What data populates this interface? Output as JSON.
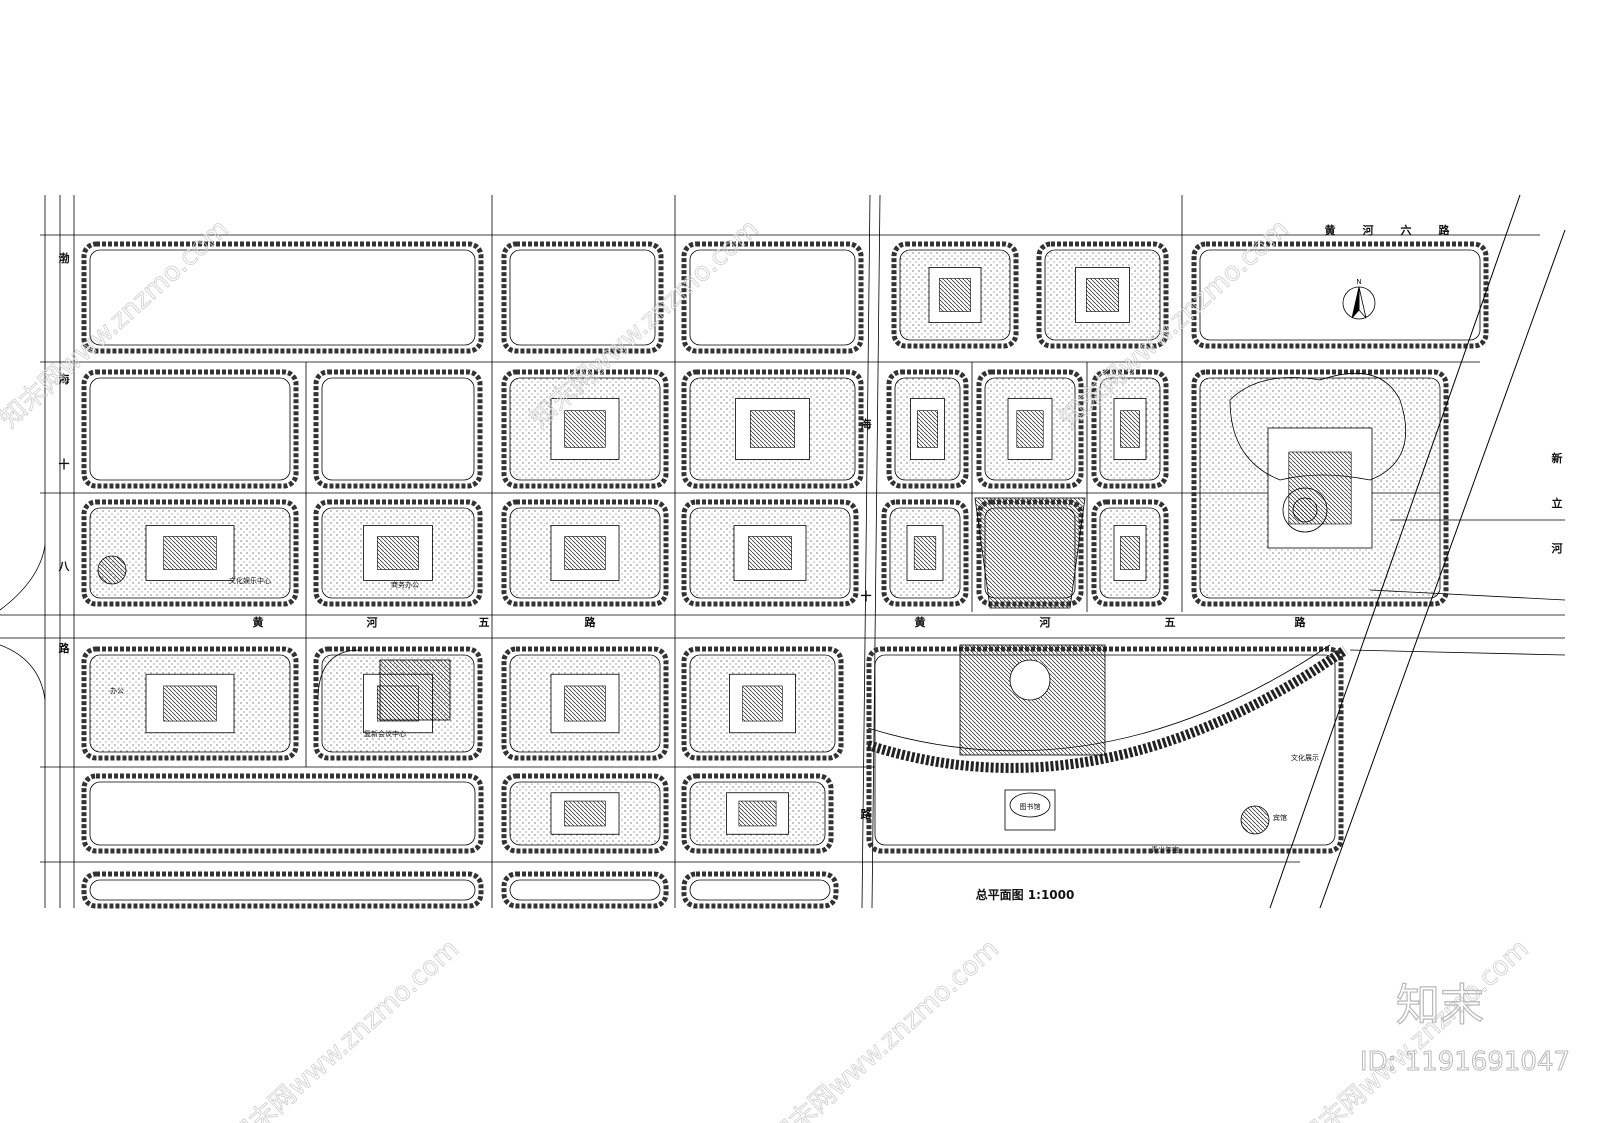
{
  "drawing": {
    "title": "总平面图 1:1000",
    "roads": {
      "main_horizontal": [
        "黄",
        "河",
        "五",
        "路"
      ],
      "top_horizontal": [
        "黄",
        "河",
        "六",
        "路"
      ],
      "left_vertical": [
        "渤",
        "海",
        "十",
        "八",
        "路"
      ],
      "middle_vertical": [
        "海",
        "十",
        "路"
      ],
      "river": [
        "新",
        "立",
        "河"
      ]
    },
    "block_labels": {
      "culture_center": "文化娱乐中心",
      "business_office": "商务办公",
      "conference_center": "复新会议中心",
      "office": "办公",
      "library": "图书馆",
      "youth_palace": "青少年宫",
      "hotel": "宾馆",
      "exhibition": "文化展示"
    },
    "north_arrow": "N"
  },
  "watermark": {
    "brand": "知末",
    "id": "ID: 1191691047",
    "site": "知末网www.znzmo.com"
  }
}
